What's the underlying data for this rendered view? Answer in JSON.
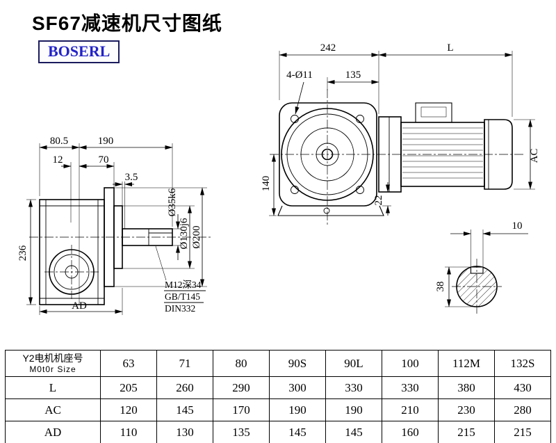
{
  "page": {
    "title": "SF67减速机尺寸图纸",
    "logo_text": "BOSERL"
  },
  "side_view": {
    "dim_80_5": "80.5",
    "dim_190": "190",
    "dim_12": "12",
    "dim_70": "70",
    "dim_3_5": "3.5",
    "dim_236": "236",
    "dim_AD": "AD",
    "dia_shaft": "Ø35k6",
    "dia_pilot": "Ø130j6",
    "dia_flange": "Ø200",
    "note_tap": "M12深34",
    "note_std1": "GB/T145",
    "note_std2": "DIN332"
  },
  "front_view": {
    "dim_242": "242",
    "dim_L": "L",
    "dim_bolt_holes": "4-Ø11",
    "dim_135": "135",
    "dim_140": "140",
    "dim_22": "22",
    "dim_AC": "AC"
  },
  "shaft_end_view": {
    "dim_10": "10",
    "dim_38": "38"
  },
  "table": {
    "header": {
      "row_label_line1": "Y2电机机座号",
      "row_label_line2": "M0t0r Size",
      "values": [
        "63",
        "71",
        "80",
        "90S",
        "90L",
        "100",
        "112M",
        "132S"
      ]
    },
    "rows": [
      {
        "label": "L",
        "values": [
          "205",
          "260",
          "290",
          "300",
          "330",
          "330",
          "380",
          "430"
        ]
      },
      {
        "label": "AC",
        "values": [
          "120",
          "145",
          "170",
          "190",
          "190",
          "210",
          "230",
          "280"
        ]
      },
      {
        "label": "AD",
        "values": [
          "110",
          "130",
          "135",
          "145",
          "145",
          "160",
          "215",
          "215"
        ]
      }
    ]
  }
}
